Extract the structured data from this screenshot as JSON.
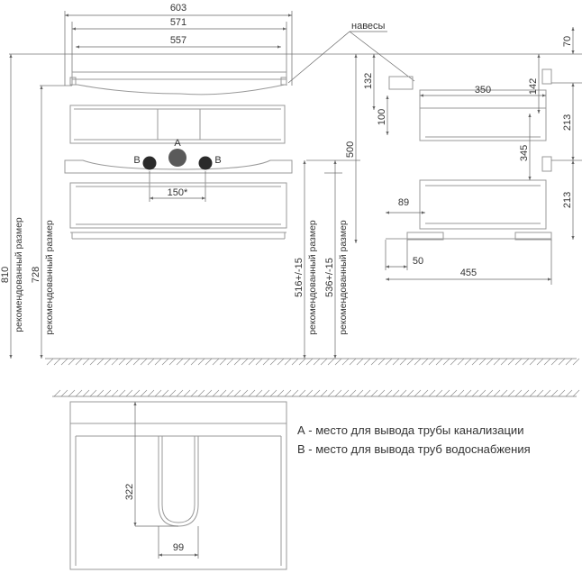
{
  "front": {
    "width_total": "603",
    "width_mid": "571",
    "width_inner": "557",
    "pipe_spacing": "150*",
    "label_a": "A",
    "label_b_left": "B",
    "label_b_right": "B",
    "height_810": "810",
    "height_728": "728",
    "recommended_left_1": "рекомендованный размер",
    "recommended_left_2": "рекомендованный размер",
    "height_500": "500",
    "height_516": "516+/-15",
    "height_536": "536+/-15",
    "recommended_right_1": "рекомендованный размер",
    "recommended_right_2": "рекомендованный размер"
  },
  "side": {
    "hinges_label": "навесы",
    "dim_70": "70",
    "dim_132": "132",
    "dim_142": "142",
    "dim_350": "350",
    "dim_100": "100",
    "dim_213_top": "213",
    "dim_345": "345",
    "dim_89": "89",
    "dim_213_bottom": "213",
    "dim_50": "50",
    "dim_455": "455"
  },
  "plan": {
    "dim_322": "322",
    "dim_99": "99"
  },
  "legend": {
    "line_a": "А - место для вывода трубы канализации",
    "line_b": "В - место для вывода труб водоснабжения"
  },
  "colors": {
    "pipe_a": "#5a5a5a",
    "pipe_b": "#2a2a2a",
    "lines": "#999999"
  }
}
